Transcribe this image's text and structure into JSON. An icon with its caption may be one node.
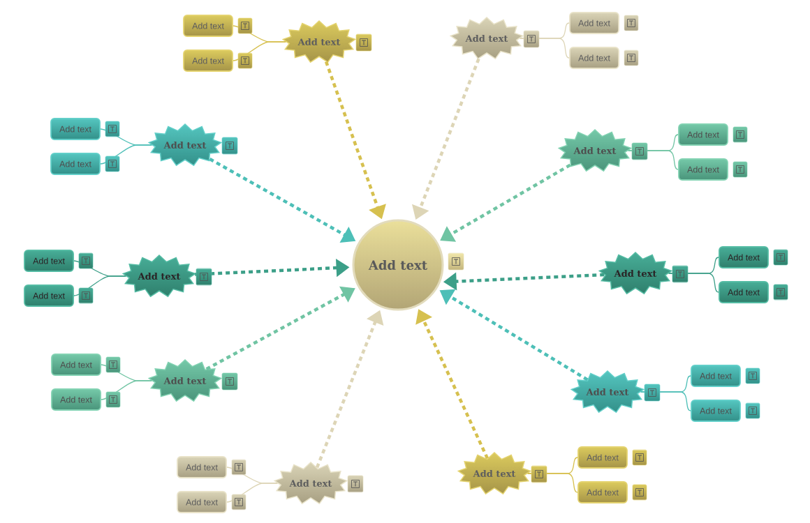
{
  "diagram": {
    "nodes": [
      {
        "text": [
          "Add text"
        ]
      },
      {
        "text": [
          "Add text"
        ]
      },
      {
        "text": [
          "Add text"
        ]
      },
      {
        "text": [
          "Add text"
        ]
      },
      {
        "text": [
          "Add text"
        ]
      },
      {
        "text": [
          "Add text"
        ]
      },
      {
        "text": [
          "Add text"
        ]
      },
      {
        "text": [
          "Add text"
        ]
      },
      {
        "text": [
          "Add text"
        ]
      },
      {
        "text": [
          "Add text"
        ]
      },
      {
        "text": [
          "Add text"
        ]
      },
      {
        "text": [
          "Add text"
        ]
      },
      {
        "text": [
          "Add text"
        ]
      },
      {
        "text": [
          "Add text"
        ]
      },
      {
        "text": [
          "Add text"
        ]
      },
      {
        "text": [
          "Add text"
        ]
      },
      {
        "text": [
          "Add text"
        ]
      },
      {
        "text": [
          "Add text"
        ]
      },
      {
        "text": [
          "Add text"
        ]
      },
      {
        "text": [
          "Add text"
        ]
      },
      {
        "text": [
          "Add text"
        ]
      },
      {
        "text": [
          "Add text"
        ]
      },
      {
        "text": [
          "Add text"
        ]
      },
      {
        "text": [
          "Add text"
        ]
      },
      {
        "text": [
          "Add text"
        ]
      },
      {
        "text": [
          "Add text"
        ]
      },
      {
        "text": [
          "Add text"
        ]
      },
      {
        "text": [
          "Add text"
        ]
      },
      {
        "text": [
          "Add text"
        ]
      },
      {
        "text": [
          "Add text"
        ]
      },
      {
        "text": [
          "Add text"
        ]
      }
    ],
    "edges": [
      {
        "from": 1,
        "to": 0,
        "arrow": "to",
        "style": "dashed",
        "color": "#d6c04f"
      },
      {
        "from": 1,
        "to": 2,
        "arrow": "none",
        "color": "#d6c04f"
      },
      {
        "from": 1,
        "to": 3,
        "arrow": "none",
        "color": "#d6c04f"
      },
      {
        "from": 4,
        "to": 0,
        "arrow": "to",
        "style": "dashed",
        "color": "#ddd5b6"
      },
      {
        "from": 4,
        "to": 5,
        "arrow": "none",
        "color": "#ddd5b6"
      },
      {
        "from": 4,
        "to": 6,
        "arrow": "none",
        "color": "#ddd5b6"
      },
      {
        "from": 7,
        "to": 0,
        "arrow": "to",
        "style": "dashed",
        "color": "#4dbfb7"
      },
      {
        "from": 7,
        "to": 8,
        "arrow": "none",
        "color": "#4dbfb7"
      },
      {
        "from": 7,
        "to": 9,
        "arrow": "none",
        "color": "#4dbfb7"
      },
      {
        "from": 10,
        "to": 0,
        "arrow": "to",
        "style": "dashed",
        "color": "#70c4a3"
      },
      {
        "from": 10,
        "to": 11,
        "arrow": "none",
        "color": "#70c4a3"
      },
      {
        "from": 10,
        "to": 12,
        "arrow": "none",
        "color": "#70c4a3"
      },
      {
        "from": 13,
        "to": 0,
        "arrow": "to",
        "style": "dashed",
        "color": "#3c9f88"
      },
      {
        "from": 13,
        "to": 14,
        "arrow": "none",
        "color": "#3c9f88"
      },
      {
        "from": 13,
        "to": 15,
        "arrow": "none",
        "color": "#3c9f88"
      },
      {
        "from": 16,
        "to": 0,
        "arrow": "to",
        "style": "dashed",
        "color": "#3c9f88"
      },
      {
        "from": 16,
        "to": 17,
        "arrow": "none",
        "color": "#3c9f88"
      },
      {
        "from": 16,
        "to": 18,
        "arrow": "none",
        "color": "#3c9f88"
      },
      {
        "from": 19,
        "to": 0,
        "arrow": "to",
        "style": "dashed",
        "color": "#70c4a3"
      },
      {
        "from": 19,
        "to": 20,
        "arrow": "none",
        "color": "#70c4a3"
      },
      {
        "from": 19,
        "to": 21,
        "arrow": "none",
        "color": "#70c4a3"
      },
      {
        "from": 22,
        "to": 0,
        "arrow": "to",
        "style": "dashed",
        "color": "#4dbfb7"
      },
      {
        "from": 22,
        "to": 23,
        "arrow": "none",
        "color": "#4dbfb7"
      },
      {
        "from": 22,
        "to": 24,
        "arrow": "none",
        "color": "#4dbfb7"
      },
      {
        "from": 25,
        "to": 0,
        "arrow": "to",
        "style": "dashed",
        "color": "#ddd5b6"
      },
      {
        "from": 25,
        "to": 26,
        "arrow": "none",
        "color": "#ddd5b6"
      },
      {
        "from": 25,
        "to": 27,
        "arrow": "none",
        "color": "#ddd5b6"
      },
      {
        "from": 28,
        "to": 0,
        "arrow": "to",
        "style": "dashed",
        "color": "#d6c04f"
      },
      {
        "from": 28,
        "to": 29,
        "arrow": "none",
        "color": "#d6c04f"
      },
      {
        "from": 28,
        "to": 30,
        "arrow": "none",
        "color": "#d6c04f"
      }
    ]
  }
}
